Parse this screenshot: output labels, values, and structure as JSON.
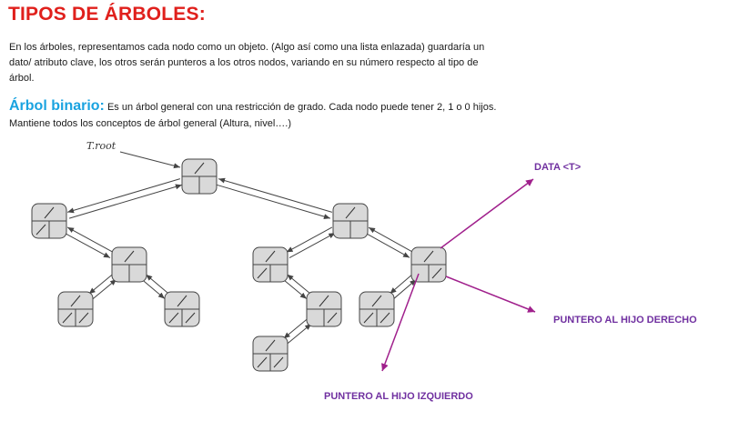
{
  "title": "TIPOS DE ÁRBOLES:",
  "intro": "En los árboles, representamos cada nodo como un objeto. (Algo así como una lista enlazada) guardaría un dato/ atributo clave, los otros serán punteros a los otros nodos, variando en su número respecto al tipo de árbol.",
  "binary": {
    "heading": "Árbol binario:",
    "text": " Es un árbol general con una restricción de grado. Cada nodo puede tener 2, 1 o 0 hijos. Mantiene todos los conceptos de árbol general (Altura, nivel….)"
  },
  "diagram": {
    "root_label": "T.root",
    "annotations": {
      "data": "DATA <T>",
      "right": "PUNTERO AL HIJO DERECHO",
      "left": "PUNTERO AL HIJO IZQUIERDO"
    },
    "colors": {
      "node_fill": "#d9d9d9",
      "node_stroke": "#444444",
      "annotation": "#a0208c"
    }
  }
}
